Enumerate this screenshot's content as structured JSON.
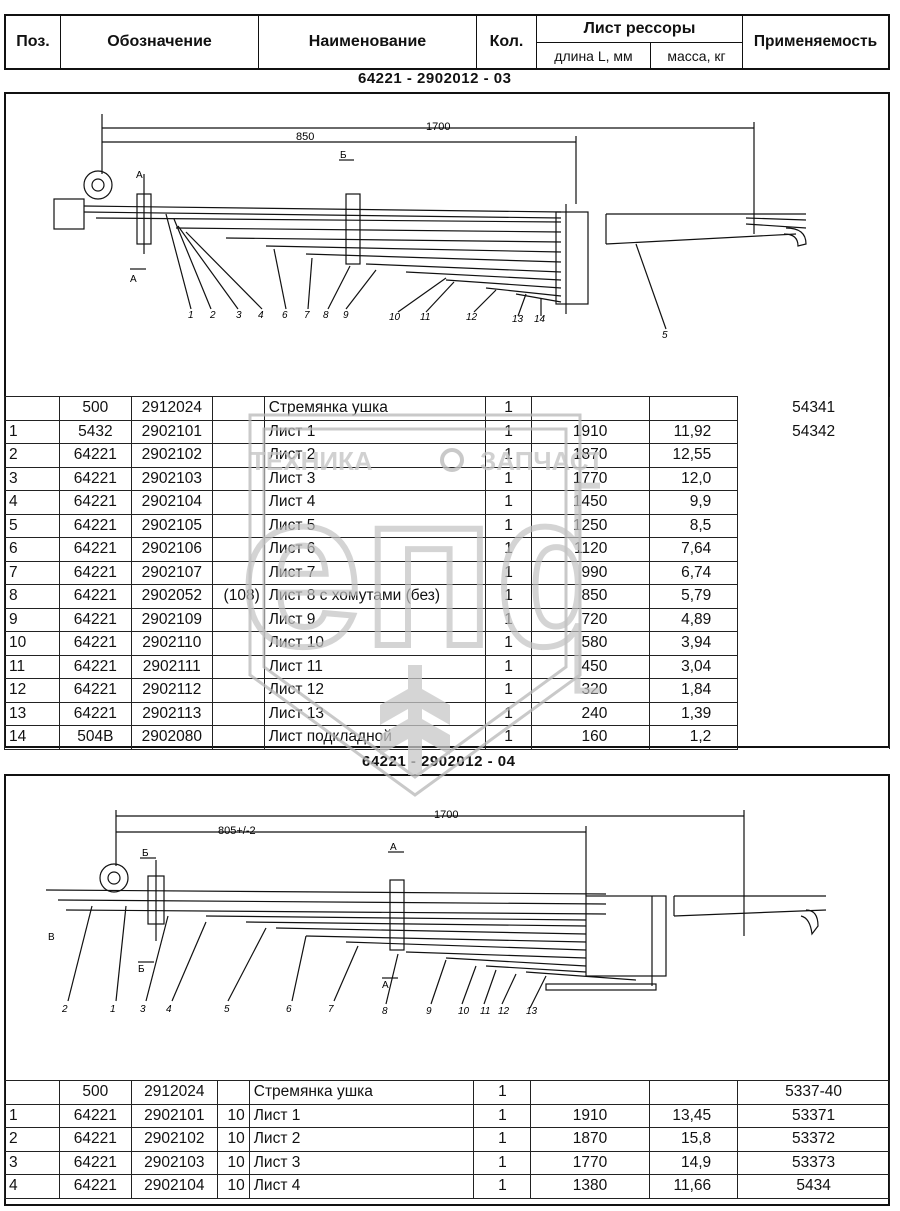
{
  "header": {
    "pos": "Поз.",
    "designation": "Обозначение",
    "name": "Наименование",
    "qty": "Кол.",
    "leaf": "Лист рессоры",
    "length": "длина L, мм",
    "mass": "масса, кг",
    "applicability": "Применяемость"
  },
  "sections": [
    {
      "title": "64221 - 2902012 - 03",
      "drawing": {
        "dim_total": "1700",
        "dim_half": "850",
        "view_b": "Б",
        "view_a1": "А",
        "view_a2": "А",
        "callouts": [
          "1",
          "2",
          "3",
          "4",
          "6",
          "7",
          "8",
          "9",
          "10",
          "11",
          "12",
          "13",
          "14",
          "5"
        ]
      },
      "applicability": [
        "54341",
        "54342"
      ],
      "rows": [
        {
          "pos": "",
          "d1": "500",
          "d2": "2912024",
          "extra": "",
          "name": "Стремянка ушка",
          "qty": "1",
          "len": "",
          "mass": ""
        },
        {
          "pos": "1",
          "d1": "5432",
          "d2": "2902101",
          "extra": "",
          "name": "Лист 1",
          "qty": "1",
          "len": "1910",
          "mass": "11,92"
        },
        {
          "pos": "2",
          "d1": "64221",
          "d2": "2902102",
          "extra": "",
          "name": "Лист 2",
          "qty": "1",
          "len": "1870",
          "mass": "12,55"
        },
        {
          "pos": "3",
          "d1": "64221",
          "d2": "2902103",
          "extra": "",
          "name": "Лист 3",
          "qty": "1",
          "len": "1770",
          "mass": "12,0"
        },
        {
          "pos": "4",
          "d1": "64221",
          "d2": "2902104",
          "extra": "",
          "name": "Лист 4",
          "qty": "1",
          "len": "1450",
          "mass": "9,9"
        },
        {
          "pos": "5",
          "d1": "64221",
          "d2": "2902105",
          "extra": "",
          "name": "Лист 5",
          "qty": "1",
          "len": "1250",
          "mass": "8,5"
        },
        {
          "pos": "6",
          "d1": "64221",
          "d2": "2902106",
          "extra": "",
          "name": "Лист 6",
          "qty": "1",
          "len": "1120",
          "mass": "7,64"
        },
        {
          "pos": "7",
          "d1": "64221",
          "d2": "2902107",
          "extra": "",
          "name": "Лист 7",
          "qty": "1",
          "len": "990",
          "mass": "6,74"
        },
        {
          "pos": "8",
          "d1": "64221",
          "d2": "2902052",
          "extra": "(108)",
          "name": "Лист 8 с хомутами (без)",
          "qty": "1",
          "len": "850",
          "mass": "5,79"
        },
        {
          "pos": "9",
          "d1": "64221",
          "d2": "2902109",
          "extra": "",
          "name": "Лист 9",
          "qty": "1",
          "len": "720",
          "mass": "4,89"
        },
        {
          "pos": "10",
          "d1": "64221",
          "d2": "2902110",
          "extra": "",
          "name": "Лист 10",
          "qty": "1",
          "len": "580",
          "mass": "3,94"
        },
        {
          "pos": "11",
          "d1": "64221",
          "d2": "2902111",
          "extra": "",
          "name": "Лист 11",
          "qty": "1",
          "len": "450",
          "mass": "3,04"
        },
        {
          "pos": "12",
          "d1": "64221",
          "d2": "2902112",
          "extra": "",
          "name": "Лист 12",
          "qty": "1",
          "len": "320",
          "mass": "1,84"
        },
        {
          "pos": "13",
          "d1": "64221",
          "d2": "2902113",
          "extra": "",
          "name": "Лист 13",
          "qty": "1",
          "len": "240",
          "mass": "1,39"
        },
        {
          "pos": "14",
          "d1": "504В",
          "d2": "2902080",
          "extra": "",
          "name": "Лист подкладной",
          "qty": "1",
          "len": "160",
          "mass": "1,2"
        }
      ]
    },
    {
      "title": "64221 - 2902012 - 04",
      "drawing": {
        "dim_total": "1700",
        "dim_half": "805+/-2",
        "view_b": "Б",
        "view_a1": "А",
        "view_b2": "Б",
        "view_a2": "А",
        "view_v": "В",
        "callouts": [
          "2",
          "1",
          "3",
          "4",
          "5",
          "6",
          "7",
          "8",
          "9",
          "10",
          "11",
          "12",
          "13"
        ]
      },
      "applicability": [
        "5337-40",
        "53371",
        "53372",
        "53373",
        "5434"
      ],
      "rows": [
        {
          "pos": "",
          "d1": "500",
          "d2": "2912024",
          "extra": "",
          "name": "Стремянка ушка",
          "qty": "1",
          "len": "",
          "mass": ""
        },
        {
          "pos": "1",
          "d1": "64221",
          "d2": "2902101",
          "extra": "10",
          "name": "Лист 1",
          "qty": "1",
          "len": "1910",
          "mass": "13,45"
        },
        {
          "pos": "2",
          "d1": "64221",
          "d2": "2902102",
          "extra": "10",
          "name": "Лист 2",
          "qty": "1",
          "len": "1870",
          "mass": "15,8"
        },
        {
          "pos": "3",
          "d1": "64221",
          "d2": "2902103",
          "extra": "10",
          "name": "Лист 3",
          "qty": "1",
          "len": "1770",
          "mass": "14,9"
        },
        {
          "pos": "4",
          "d1": "64221",
          "d2": "2902104",
          "extra": "10",
          "name": "Лист 4",
          "qty": "1",
          "len": "1380",
          "mass": "11,66"
        }
      ]
    }
  ],
  "watermark": {
    "left": "ТЕХНИКА",
    "right": "ЗАПЧАСТИ",
    "logo": "епф"
  }
}
